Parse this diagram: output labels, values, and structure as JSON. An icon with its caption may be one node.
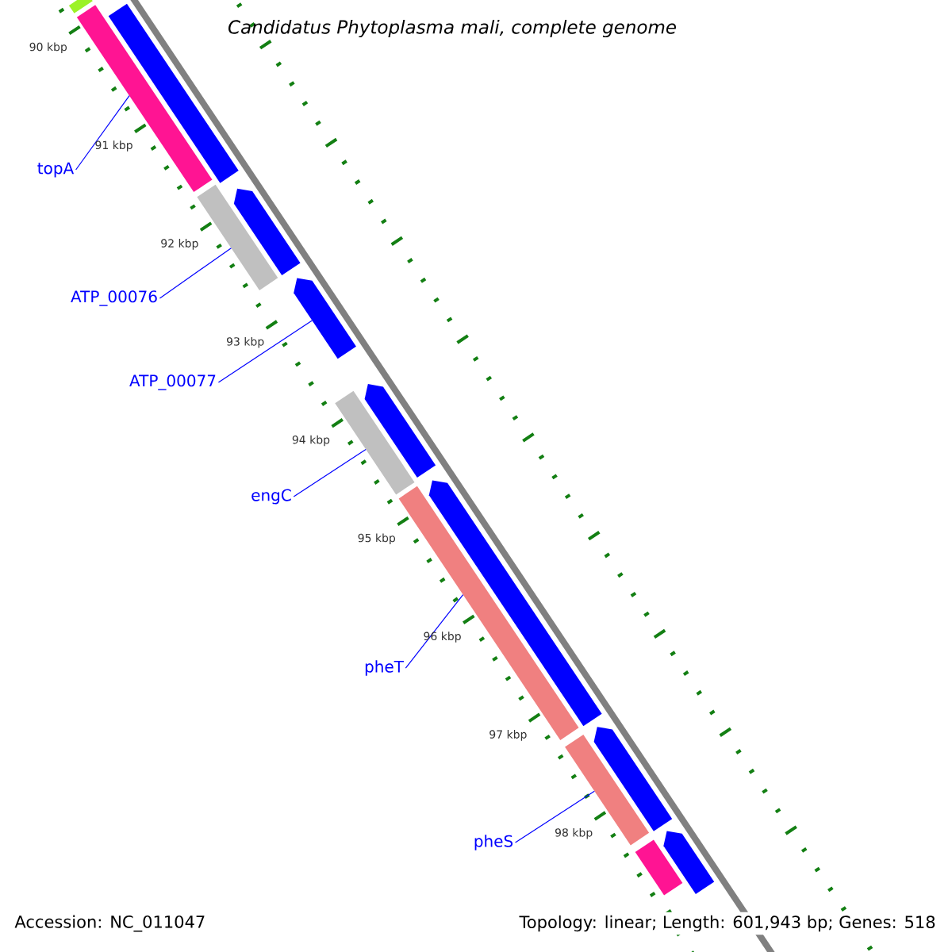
{
  "diagram": {
    "title": "Candidatus Phytoplasma mali, complete genome",
    "nodes": [
      {
        "text": [
          "topA"
        ]
      },
      {
        "text": [
          "ATP_00076"
        ]
      },
      {
        "text": [
          "ATP_00077"
        ]
      },
      {
        "text": [
          "engC"
        ]
      },
      {
        "text": [
          "pheT"
        ]
      },
      {
        "text": [
          "pheS"
        ]
      },
      {
        "text": [],
        "shape": "bar"
      },
      {
        "text": [],
        "shape": "bar"
      },
      {
        "text": [],
        "shape": "bar"
      },
      {
        "text": [],
        "shape": "bar"
      },
      {
        "text": [],
        "shape": "bar"
      },
      {
        "text": [],
        "shape": "bar"
      },
      {
        "text": [],
        "shape": "bar"
      },
      {
        "text": [],
        "shape": "bar"
      },
      {
        "text": [],
        "shape": "bar"
      },
      {
        "text": [],
        "shape": "bar"
      },
      {
        "text": [],
        "shape": "bar"
      },
      {
        "text": [],
        "shape": "bar"
      },
      {
        "text": [],
        "shape": "bar"
      },
      {
        "text": [],
        "shape": "bar"
      }
    ],
    "edges": [
      {
        "from": 0,
        "to": 8,
        "arrow": "none"
      },
      {
        "from": 1,
        "to": 9,
        "arrow": "none"
      },
      {
        "from": 2,
        "to": 11,
        "arrow": "none"
      },
      {
        "from": 3,
        "to": 12,
        "arrow": "none"
      },
      {
        "from": 4,
        "to": 14,
        "arrow": "none"
      },
      {
        "from": 5,
        "to": 16,
        "arrow": "none"
      }
    ],
    "labels": [
      "90 kbp",
      "91 kbp",
      "92 kbp",
      "93 kbp",
      "94 kbp",
      "95 kbp",
      "96 kbp",
      "97 kbp",
      "98 kbp",
      "Accession: NC_011047",
      "Topology: linear; Length: 601,943 bp; Genes: 518"
    ]
  }
}
